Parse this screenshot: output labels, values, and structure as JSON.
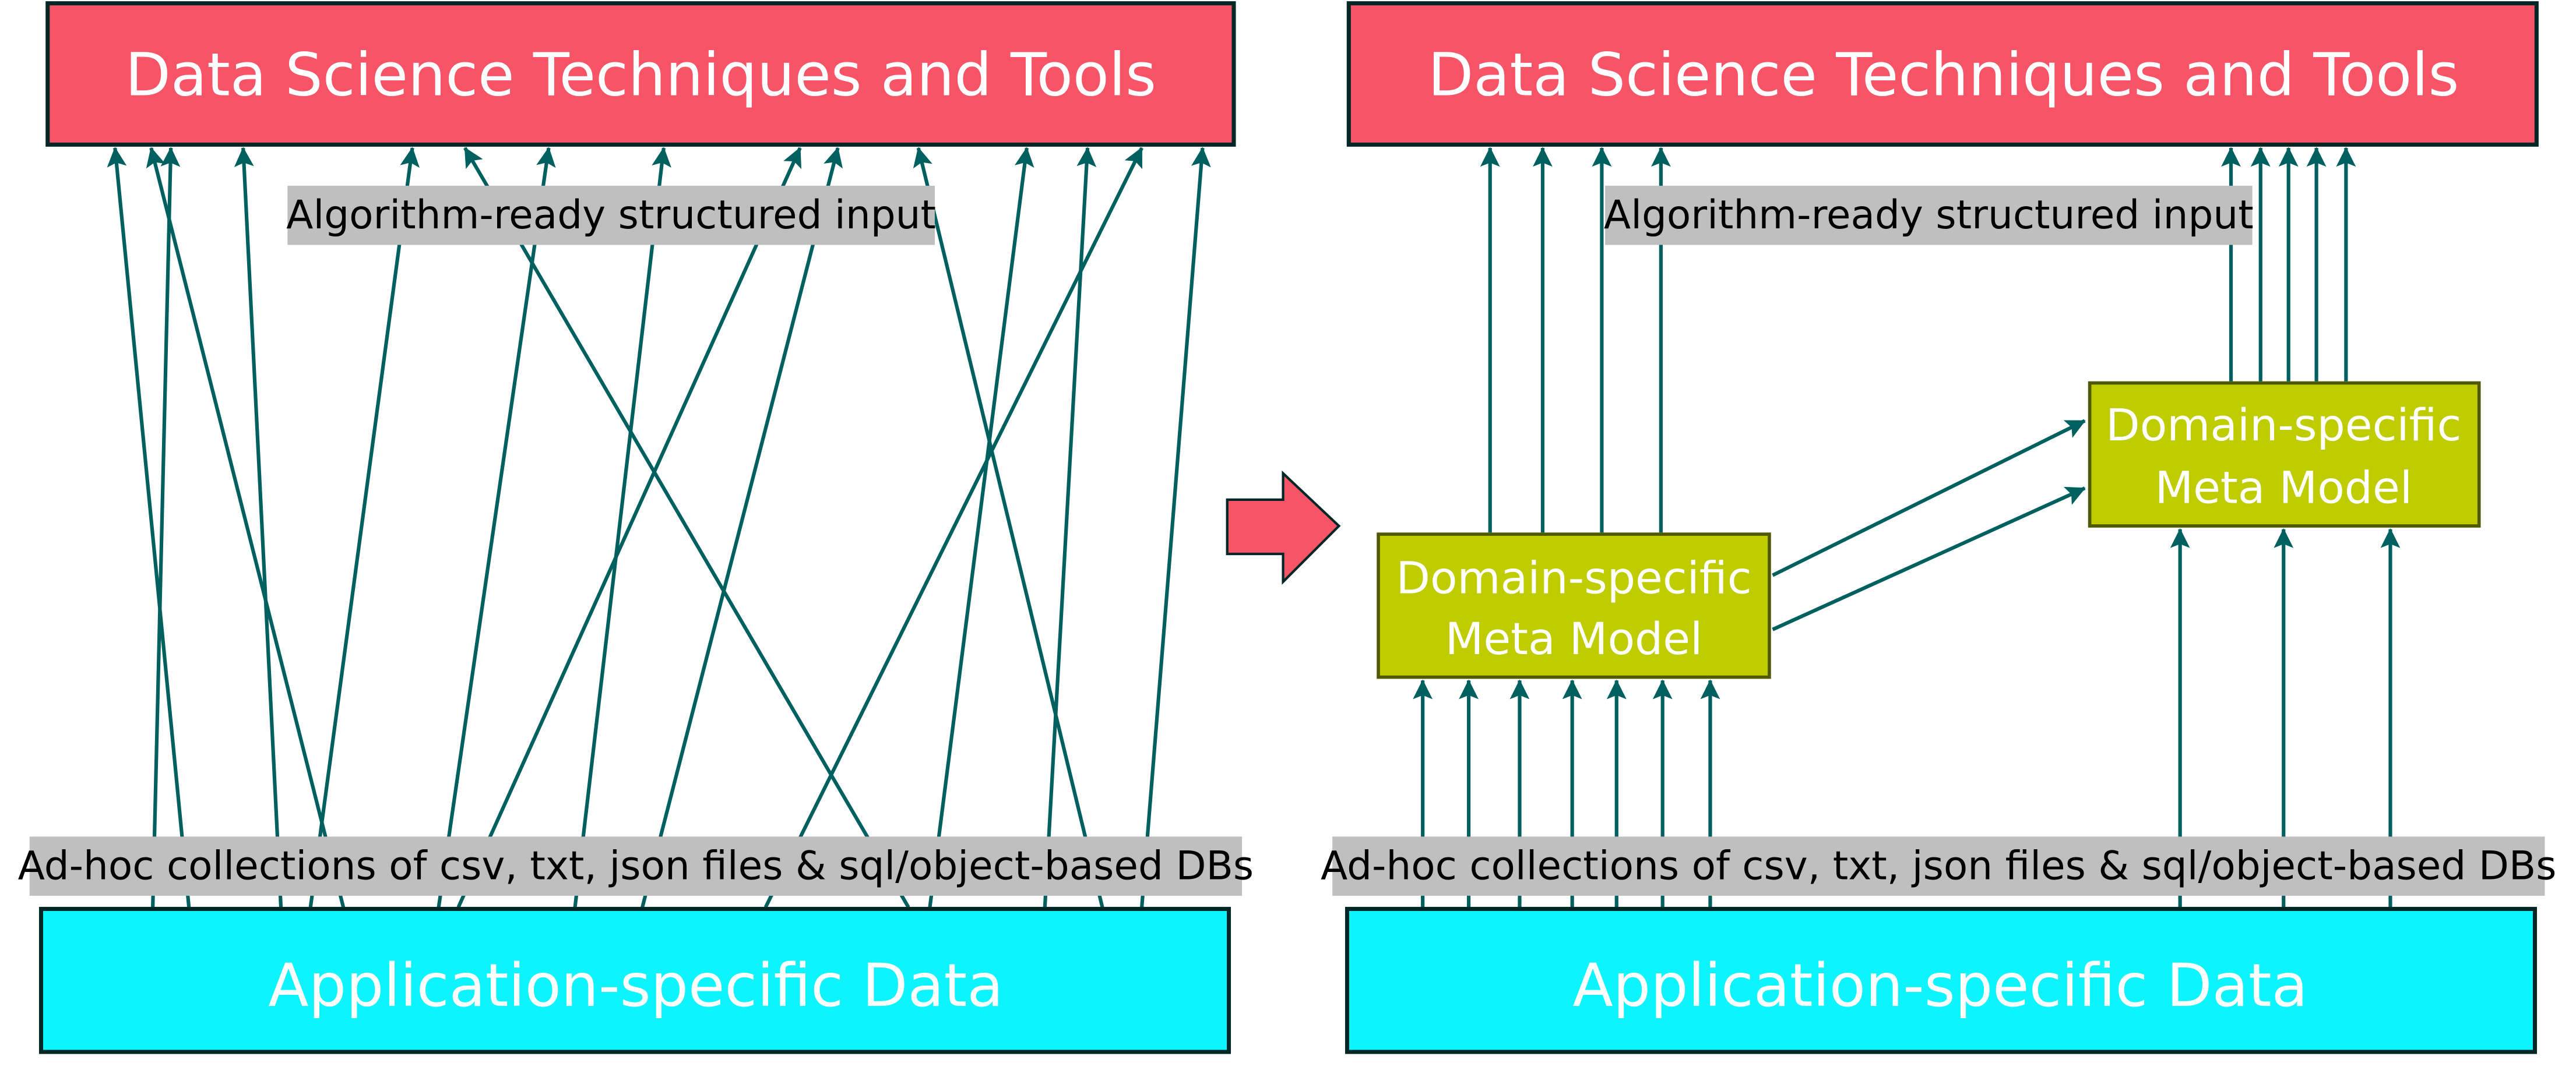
{
  "colors": {
    "tools_box": "#F85468",
    "data_box": "#0CF4FE",
    "meta_box": "#BFCD00",
    "label_bg": "#BFBFBF",
    "arrow": "#006060",
    "transition_arrow": "#F85468"
  },
  "left_panel": {
    "top_box": "Data Science Techniques and Tools",
    "top_label": "Algorithm-ready structured input",
    "bottom_label": "Ad-hoc collections of csv, txt, json files & sql/object-based DBs",
    "bottom_box": "Application-specific Data",
    "connection_count": 15
  },
  "transition": {
    "icon": "right-arrow-icon"
  },
  "right_panel": {
    "top_box": "Data Science Techniques and Tools",
    "top_label": "Algorithm-ready structured input",
    "bottom_label": "Ad-hoc collections of csv, txt, json files & sql/object-based DBs",
    "bottom_box": "Application-specific Data",
    "meta_model_1": {
      "line1": "Domain-specific",
      "line2": "Meta Model",
      "inputs": 7,
      "outputs_to_tools": 4,
      "outputs_to_meta_model_2": 2
    },
    "meta_model_2": {
      "line1": "Domain-specific",
      "line2": "Meta Model",
      "inputs": 3,
      "outputs_to_tools": 5
    }
  }
}
